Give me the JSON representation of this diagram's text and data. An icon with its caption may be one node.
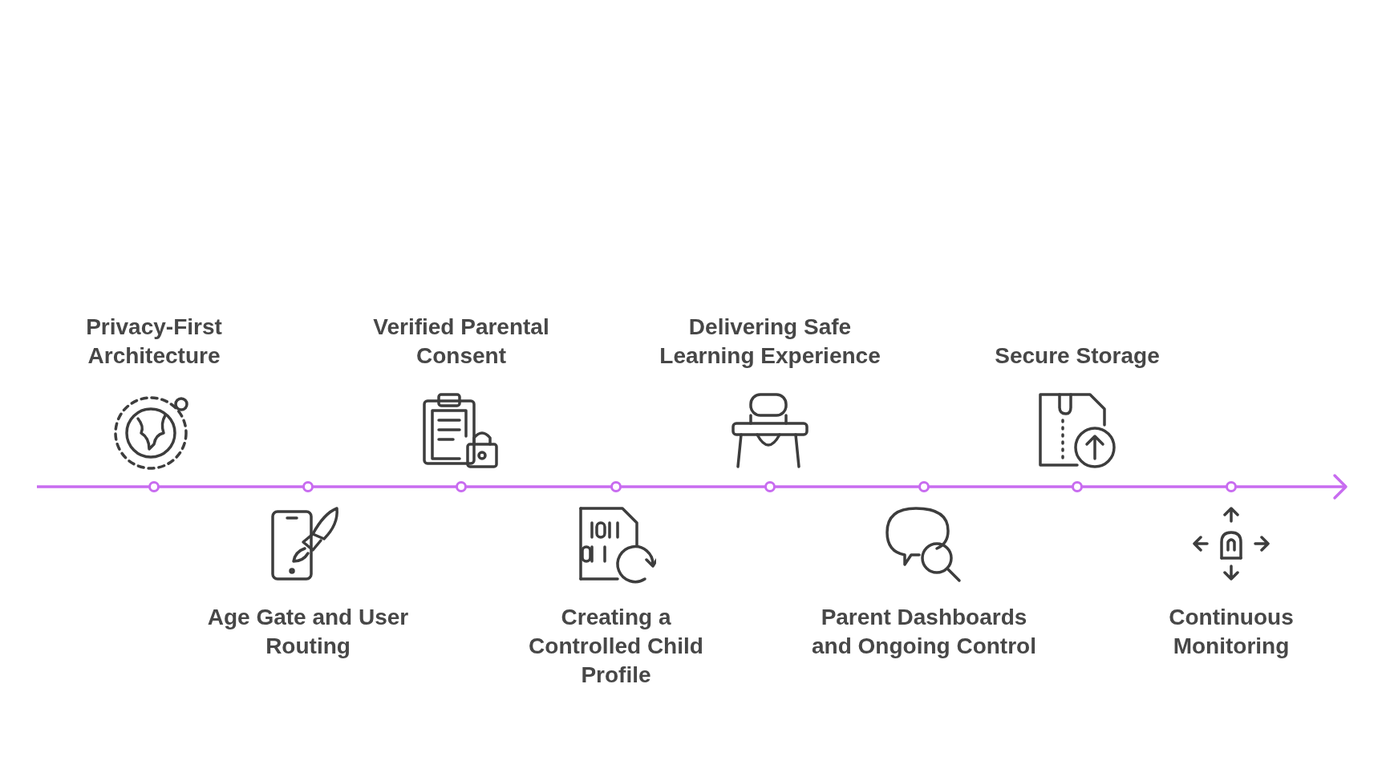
{
  "diagram": {
    "labels": [
      "Privacy-First Architecture",
      "Age Gate and User Routing",
      "Verified Parental Consent",
      "Creating a Controlled Child Profile",
      "Delivering Safe Learning Experience",
      "Parent Dashboards and Ongoing Control",
      "Secure Storage",
      "Continuous Monitoring"
    ]
  }
}
